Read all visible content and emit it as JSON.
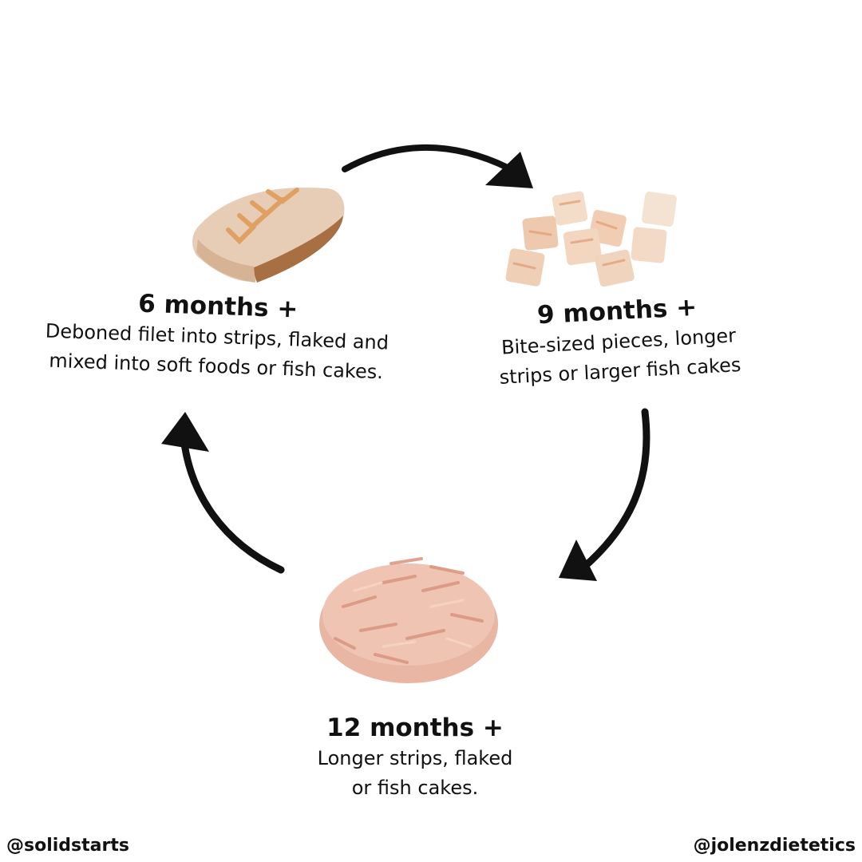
{
  "stages": [
    {
      "title": "6 months +",
      "lines": [
        "Deboned filet into strips, flaked and",
        "mixed into soft foods or fish cakes."
      ]
    },
    {
      "title": "9 months +",
      "lines": [
        "Bite-sized pieces, longer",
        "strips or larger fish cakes"
      ]
    },
    {
      "title": "12 months +",
      "lines": [
        "Longer strips, flaked",
        "or fish cakes."
      ]
    }
  ],
  "credits": {
    "left": "@solidstarts",
    "right": "@jolenzdietetics"
  }
}
